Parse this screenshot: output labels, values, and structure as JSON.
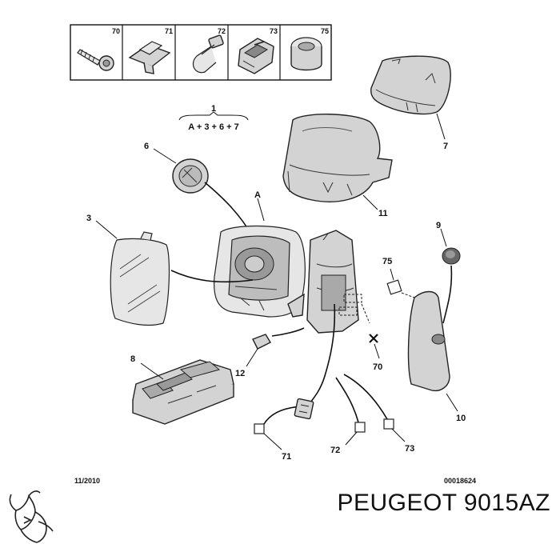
{
  "header_parts": [
    {
      "label": "70",
      "icon": "screw-icon"
    },
    {
      "label": "71",
      "icon": "clip-icon"
    },
    {
      "label": "72",
      "icon": "cable-strap-icon"
    },
    {
      "label": "73",
      "icon": "connector-clip-icon"
    },
    {
      "label": "75",
      "icon": "grommet-icon"
    }
  ],
  "assembly": {
    "number": "1",
    "formula": "A + 3 + 6 + 7"
  },
  "callouts": {
    "A": "A",
    "c3": "3",
    "c6": "6",
    "c7": "7",
    "c8": "8",
    "c9": "9",
    "c10": "10",
    "c11": "11",
    "c12": "12",
    "c70": "70",
    "c71": "71",
    "c72": "72",
    "c73": "73",
    "c75": "75"
  },
  "footer": {
    "date": "11/2010",
    "code": "00018624",
    "brand": "PEUGEOT 9015AZ",
    "logo": "peugeot-lion-logo"
  }
}
